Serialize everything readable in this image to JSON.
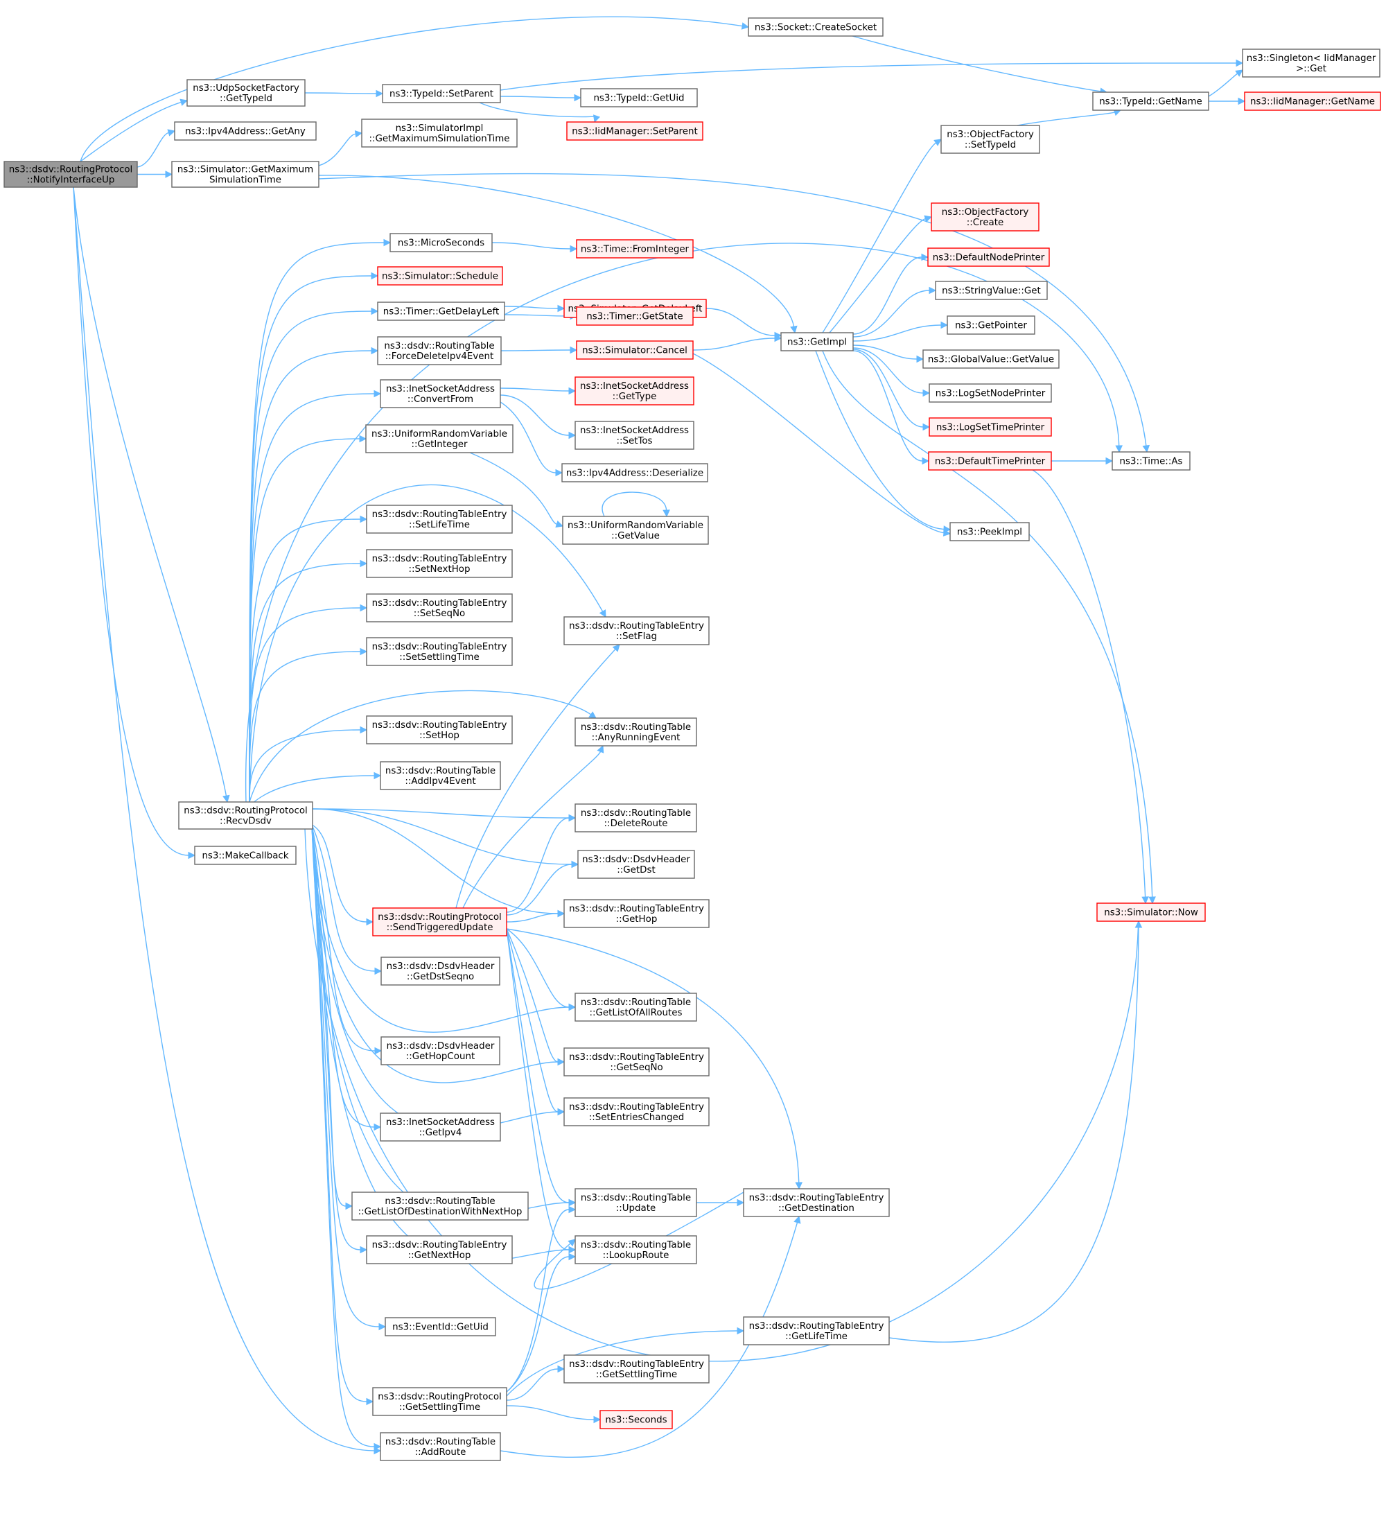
{
  "colors": {
    "edge": "#63b8ff",
    "node_border": "#666666",
    "node_fill": "#ffffff",
    "focus_fill": "#999999",
    "focus_border": "#666666",
    "truncated_border": "#ff0000",
    "truncated_fill": "#fff0f0"
  },
  "nodes": [
    {
      "id": "notify",
      "kind": "focus",
      "lines": [
        "ns3::dsdv::RoutingProtocol",
        "::NotifyInterfaceUp"
      ]
    },
    {
      "id": "createsocket",
      "kind": "normal",
      "lines": [
        "ns3::Socket::CreateSocket"
      ]
    },
    {
      "id": "udpfactory",
      "kind": "normal",
      "lines": [
        "ns3::UdpSocketFactory",
        "::GetTypeId"
      ]
    },
    {
      "id": "setparent",
      "kind": "normal",
      "lines": [
        "ns3::TypeId::SetParent"
      ]
    },
    {
      "id": "singleton",
      "kind": "normal",
      "lines": [
        "ns3::Singleton< IidManager",
        " >::Get"
      ]
    },
    {
      "id": "getname",
      "kind": "normal",
      "lines": [
        "ns3::TypeId::GetName"
      ]
    },
    {
      "id": "iidgetname",
      "kind": "truncated",
      "lines": [
        "ns3::IidManager::GetName"
      ]
    },
    {
      "id": "getuid",
      "kind": "normal",
      "lines": [
        "ns3::TypeId::GetUid"
      ]
    },
    {
      "id": "iidsetparent",
      "kind": "truncated",
      "lines": [
        "ns3::IidManager::SetParent"
      ]
    },
    {
      "id": "getany",
      "kind": "normal",
      "lines": [
        "ns3::Ipv4Address::GetAny"
      ]
    },
    {
      "id": "simimplmax",
      "kind": "normal",
      "lines": [
        "ns3::SimulatorImpl",
        "::GetMaximumSimulationTime"
      ]
    },
    {
      "id": "simmax",
      "kind": "normal",
      "lines": [
        "ns3::Simulator::GetMaximum",
        "SimulationTime"
      ]
    },
    {
      "id": "objsettypeid",
      "kind": "normal",
      "lines": [
        "ns3::ObjectFactory",
        "::SetTypeId"
      ]
    },
    {
      "id": "objcreate",
      "kind": "truncated",
      "lines": [
        "ns3::ObjectFactory",
        "::Create"
      ]
    },
    {
      "id": "microseconds",
      "kind": "normal",
      "lines": [
        "ns3::MicroSeconds"
      ]
    },
    {
      "id": "frominteger",
      "kind": "truncated",
      "lines": [
        "ns3::Time::FromInteger"
      ]
    },
    {
      "id": "defnodeprinter",
      "kind": "truncated",
      "lines": [
        "ns3::DefaultNodePrinter"
      ]
    },
    {
      "id": "schedule",
      "kind": "truncated",
      "lines": [
        "ns3::Simulator::Schedule"
      ]
    },
    {
      "id": "simgetdelay",
      "kind": "truncated",
      "lines": [
        "ns3::Simulator::GetDelayLeft"
      ]
    },
    {
      "id": "stringget",
      "kind": "normal",
      "lines": [
        "ns3::StringValue::Get"
      ]
    },
    {
      "id": "timergetdelay",
      "kind": "normal",
      "lines": [
        "ns3::Timer::GetDelayLeft"
      ]
    },
    {
      "id": "timergetstate",
      "kind": "truncated",
      "lines": [
        "ns3::Timer::GetState"
      ]
    },
    {
      "id": "getpointer",
      "kind": "normal",
      "lines": [
        "ns3::GetPointer"
      ]
    },
    {
      "id": "getimpl",
      "kind": "normal",
      "lines": [
        "ns3::GetImpl"
      ]
    },
    {
      "id": "forcedelete",
      "kind": "normal",
      "lines": [
        "ns3::dsdv::RoutingTable",
        "::ForceDeleteIpv4Event"
      ]
    },
    {
      "id": "simcancel",
      "kind": "truncated",
      "lines": [
        "ns3::Simulator::Cancel"
      ]
    },
    {
      "id": "globalget",
      "kind": "normal",
      "lines": [
        "ns3::GlobalValue::GetValue"
      ]
    },
    {
      "id": "convertfrom",
      "kind": "normal",
      "lines": [
        "ns3::InetSocketAddress",
        "::ConvertFrom"
      ]
    },
    {
      "id": "inetgettype",
      "kind": "truncated",
      "lines": [
        "ns3::InetSocketAddress",
        "::GetType"
      ]
    },
    {
      "id": "lognodeprinter",
      "kind": "normal",
      "lines": [
        "ns3::LogSetNodePrinter"
      ]
    },
    {
      "id": "logtimeprinter",
      "kind": "truncated",
      "lines": [
        "ns3::LogSetTimePrinter"
      ]
    },
    {
      "id": "inetsettos",
      "kind": "normal",
      "lines": [
        "ns3::InetSocketAddress",
        "::SetTos"
      ]
    },
    {
      "id": "urvgetint",
      "kind": "normal",
      "lines": [
        "ns3::UniformRandomVariable",
        "::GetInteger"
      ]
    },
    {
      "id": "deftimeprinter",
      "kind": "truncated",
      "lines": [
        "ns3::DefaultTimePrinter"
      ]
    },
    {
      "id": "timeas",
      "kind": "normal",
      "lines": [
        "ns3::Time::As"
      ]
    },
    {
      "id": "deserialize",
      "kind": "normal",
      "lines": [
        "ns3::Ipv4Address::Deserialize"
      ]
    },
    {
      "id": "urvgetvalue",
      "kind": "normal",
      "lines": [
        "ns3::UniformRandomVariable",
        "::GetValue"
      ]
    },
    {
      "id": "peekimpl",
      "kind": "normal",
      "lines": [
        "ns3::PeekImpl"
      ]
    },
    {
      "id": "setlifetime",
      "kind": "normal",
      "lines": [
        "ns3::dsdv::RoutingTableEntry",
        "::SetLifeTime"
      ]
    },
    {
      "id": "setnexthop",
      "kind": "normal",
      "lines": [
        "ns3::dsdv::RoutingTableEntry",
        "::SetNextHop"
      ]
    },
    {
      "id": "setseqno",
      "kind": "normal",
      "lines": [
        "ns3::dsdv::RoutingTableEntry",
        "::SetSeqNo"
      ]
    },
    {
      "id": "setflag",
      "kind": "normal",
      "lines": [
        "ns3::dsdv::RoutingTableEntry",
        "::SetFlag"
      ]
    },
    {
      "id": "setsettling",
      "kind": "normal",
      "lines": [
        "ns3::dsdv::RoutingTableEntry",
        "::SetSettlingTime"
      ]
    },
    {
      "id": "sethop",
      "kind": "normal",
      "lines": [
        "ns3::dsdv::RoutingTableEntry",
        "::SetHop"
      ]
    },
    {
      "id": "anyrunning",
      "kind": "normal",
      "lines": [
        "ns3::dsdv::RoutingTable",
        "::AnyRunningEvent"
      ]
    },
    {
      "id": "addipv4event",
      "kind": "normal",
      "lines": [
        "ns3::dsdv::RoutingTable",
        "::AddIpv4Event"
      ]
    },
    {
      "id": "recvdsdv",
      "kind": "normal",
      "lines": [
        "ns3::dsdv::RoutingProtocol",
        "::RecvDsdv"
      ]
    },
    {
      "id": "deleteroute",
      "kind": "normal",
      "lines": [
        "ns3::dsdv::RoutingTable",
        "::DeleteRoute"
      ]
    },
    {
      "id": "makecallback",
      "kind": "normal",
      "lines": [
        "ns3::MakeCallback"
      ]
    },
    {
      "id": "getdst",
      "kind": "normal",
      "lines": [
        "ns3::dsdv::DsdvHeader",
        "::GetDst"
      ]
    },
    {
      "id": "simnow",
      "kind": "truncated",
      "lines": [
        "ns3::Simulator::Now"
      ]
    },
    {
      "id": "sendtriggered",
      "kind": "truncated",
      "lines": [
        "ns3::dsdv::RoutingProtocol",
        "::SendTriggeredUpdate"
      ]
    },
    {
      "id": "gethop",
      "kind": "normal",
      "lines": [
        "ns3::dsdv::RoutingTableEntry",
        "::GetHop"
      ]
    },
    {
      "id": "getdstseqno",
      "kind": "normal",
      "lines": [
        "ns3::dsdv::DsdvHeader",
        "::GetDstSeqno"
      ]
    },
    {
      "id": "getlistall",
      "kind": "normal",
      "lines": [
        "ns3::dsdv::RoutingTable",
        "::GetListOfAllRoutes"
      ]
    },
    {
      "id": "gethopcount",
      "kind": "normal",
      "lines": [
        "ns3::dsdv::DsdvHeader",
        "::GetHopCount"
      ]
    },
    {
      "id": "getseqno",
      "kind": "normal",
      "lines": [
        "ns3::dsdv::RoutingTableEntry",
        "::GetSeqNo"
      ]
    },
    {
      "id": "setentries",
      "kind": "normal",
      "lines": [
        "ns3::dsdv::RoutingTableEntry",
        "::SetEntriesChanged"
      ]
    },
    {
      "id": "getipv4",
      "kind": "normal",
      "lines": [
        "ns3::InetSocketAddress",
        "::GetIpv4"
      ]
    },
    {
      "id": "update",
      "kind": "normal",
      "lines": [
        "ns3::dsdv::RoutingTable",
        "::Update"
      ]
    },
    {
      "id": "getdestination",
      "kind": "normal",
      "lines": [
        "ns3::dsdv::RoutingTableEntry",
        "::GetDestination"
      ]
    },
    {
      "id": "getlistnexthop",
      "kind": "normal",
      "lines": [
        "ns3::dsdv::RoutingTable",
        "::GetListOfDestinationWithNextHop"
      ]
    },
    {
      "id": "getnexthop",
      "kind": "normal",
      "lines": [
        "ns3::dsdv::RoutingTableEntry",
        "::GetNextHop"
      ]
    },
    {
      "id": "lookuproute",
      "kind": "normal",
      "lines": [
        "ns3::dsdv::RoutingTable",
        "::LookupRoute"
      ]
    },
    {
      "id": "eventgetuid",
      "kind": "normal",
      "lines": [
        "ns3::EventId::GetUid"
      ]
    },
    {
      "id": "getlifetime",
      "kind": "normal",
      "lines": [
        "ns3::dsdv::RoutingTableEntry",
        "::GetLifeTime"
      ]
    },
    {
      "id": "getsettlingentry",
      "kind": "normal",
      "lines": [
        "ns3::dsdv::RoutingTableEntry",
        "::GetSettlingTime"
      ]
    },
    {
      "id": "getsettlingproto",
      "kind": "normal",
      "lines": [
        "ns3::dsdv::RoutingProtocol",
        "::GetSettlingTime"
      ]
    },
    {
      "id": "seconds",
      "kind": "truncated",
      "lines": [
        "ns3::Seconds"
      ]
    },
    {
      "id": "addroute",
      "kind": "normal",
      "lines": [
        "ns3::dsdv::RoutingTable",
        "::AddRoute"
      ]
    }
  ]
}
